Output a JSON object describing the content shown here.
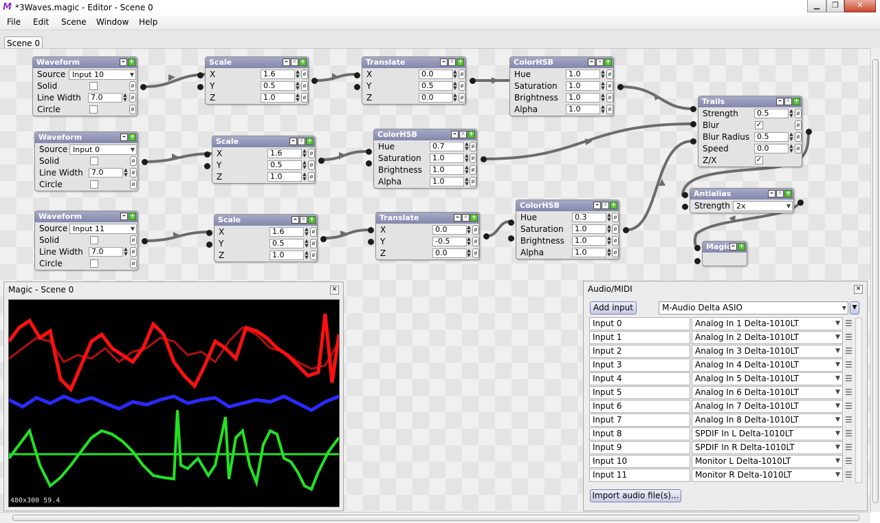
{
  "window": {
    "title": "*3Waves.magic - Editor - Scene 0",
    "app_icon": "magic-logo",
    "buttons": [
      "minimize",
      "maximize",
      "close"
    ]
  },
  "menu": [
    "File",
    "Edit",
    "Scene",
    "Window",
    "Help"
  ],
  "tabs": [
    {
      "label": "Scene 0",
      "active": true
    }
  ],
  "nodes": {
    "wf1": {
      "title": "Waveform",
      "source_label": "Source",
      "source": "Input 10",
      "solid_label": "Solid",
      "lw_label": "Line Width",
      "lw": "7.0",
      "circle_label": "Circle"
    },
    "sc1": {
      "title": "Scale",
      "x": "1.6",
      "y": "0.5",
      "z": "1.0"
    },
    "tr1": {
      "title": "Translate",
      "x": "0.0",
      "y": "0.5",
      "z": "0.0"
    },
    "hsb1": {
      "title": "ColorHSB",
      "hue": "1.0",
      "sat": "1.0",
      "bri": "1.0",
      "alpha": "1.0"
    },
    "wf2": {
      "title": "Waveform",
      "source_label": "Source",
      "source": "Input 0",
      "solid_label": "Solid",
      "lw_label": "Line Width",
      "lw": "7.0",
      "circle_label": "Circle"
    },
    "sc2": {
      "title": "Scale",
      "x": "1.6",
      "y": "0.5",
      "z": "1.0"
    },
    "hsb2": {
      "title": "ColorHSB",
      "hue": "0.7",
      "sat": "1.0",
      "bri": "1.0",
      "alpha": "1.0"
    },
    "wf3": {
      "title": "Waveform",
      "source_label": "Source",
      "source": "Input 11",
      "solid_label": "Solid",
      "lw_label": "Line Width",
      "lw": "7.0",
      "circle_label": "Circle"
    },
    "sc3": {
      "title": "Scale",
      "x": "1.6",
      "y": "0.5",
      "z": "1.0"
    },
    "tr3": {
      "title": "Translate",
      "x": "0.0",
      "y": "-0.5",
      "z": "0.0"
    },
    "hsb3": {
      "title": "ColorHSB",
      "hue": "0.3",
      "sat": "1.0",
      "bri": "1.0",
      "alpha": "1.0"
    },
    "trails": {
      "title": "Trails",
      "strength_label": "Strength",
      "strength": "0.5",
      "blur_label": "Blur",
      "blur_radius_label": "Blur Radius",
      "blur_radius": "0.5",
      "speed_label": "Speed",
      "speed": "0.0",
      "zx_label": "Z/X"
    },
    "antialias": {
      "title": "Antialias",
      "strength_label": "Strength",
      "strength": "2x"
    },
    "magic": {
      "title": "Magic"
    }
  },
  "labels": {
    "x": "X",
    "y": "Y",
    "z": "Z",
    "hue": "Hue",
    "sat": "Saturation",
    "bri": "Brightness",
    "alpha": "Alpha"
  },
  "preview": {
    "title": "Magic - Scene 0",
    "stats": "480x300  59.4"
  },
  "audio": {
    "title": "Audio/MIDI",
    "add_input": "Add input",
    "device": "M-Audio Delta ASIO",
    "import_button": "Import audio file(s)...",
    "inputs": [
      {
        "name": "Input 0",
        "channel": "Analog In 1 Delta-1010LT"
      },
      {
        "name": "Input 1",
        "channel": "Analog In 2 Delta-1010LT"
      },
      {
        "name": "Input 2",
        "channel": "Analog In 3 Delta-1010LT"
      },
      {
        "name": "Input 3",
        "channel": "Analog In 4 Delta-1010LT"
      },
      {
        "name": "Input 4",
        "channel": "Analog In 5 Delta-1010LT"
      },
      {
        "name": "Input 5",
        "channel": "Analog In 6 Delta-1010LT"
      },
      {
        "name": "Input 6",
        "channel": "Analog In 7 Delta-1010LT"
      },
      {
        "name": "Input 7",
        "channel": "Analog In 8 Delta-1010LT"
      },
      {
        "name": "Input 8",
        "channel": "SPDIF In L Delta-1010LT"
      },
      {
        "name": "Input 9",
        "channel": "SPDIF In R Delta-1010LT"
      },
      {
        "name": "Input 10",
        "channel": "Monitor L Delta-1010LT"
      },
      {
        "name": "Input 11",
        "channel": "Monitor R Delta-1010LT"
      }
    ]
  },
  "colors": {
    "node_header": "#8d90b6",
    "wire": "#6c6c6c",
    "wave_red": "#ff1010",
    "wave_blue": "#2a2aff",
    "wave_green": "#22e322"
  }
}
